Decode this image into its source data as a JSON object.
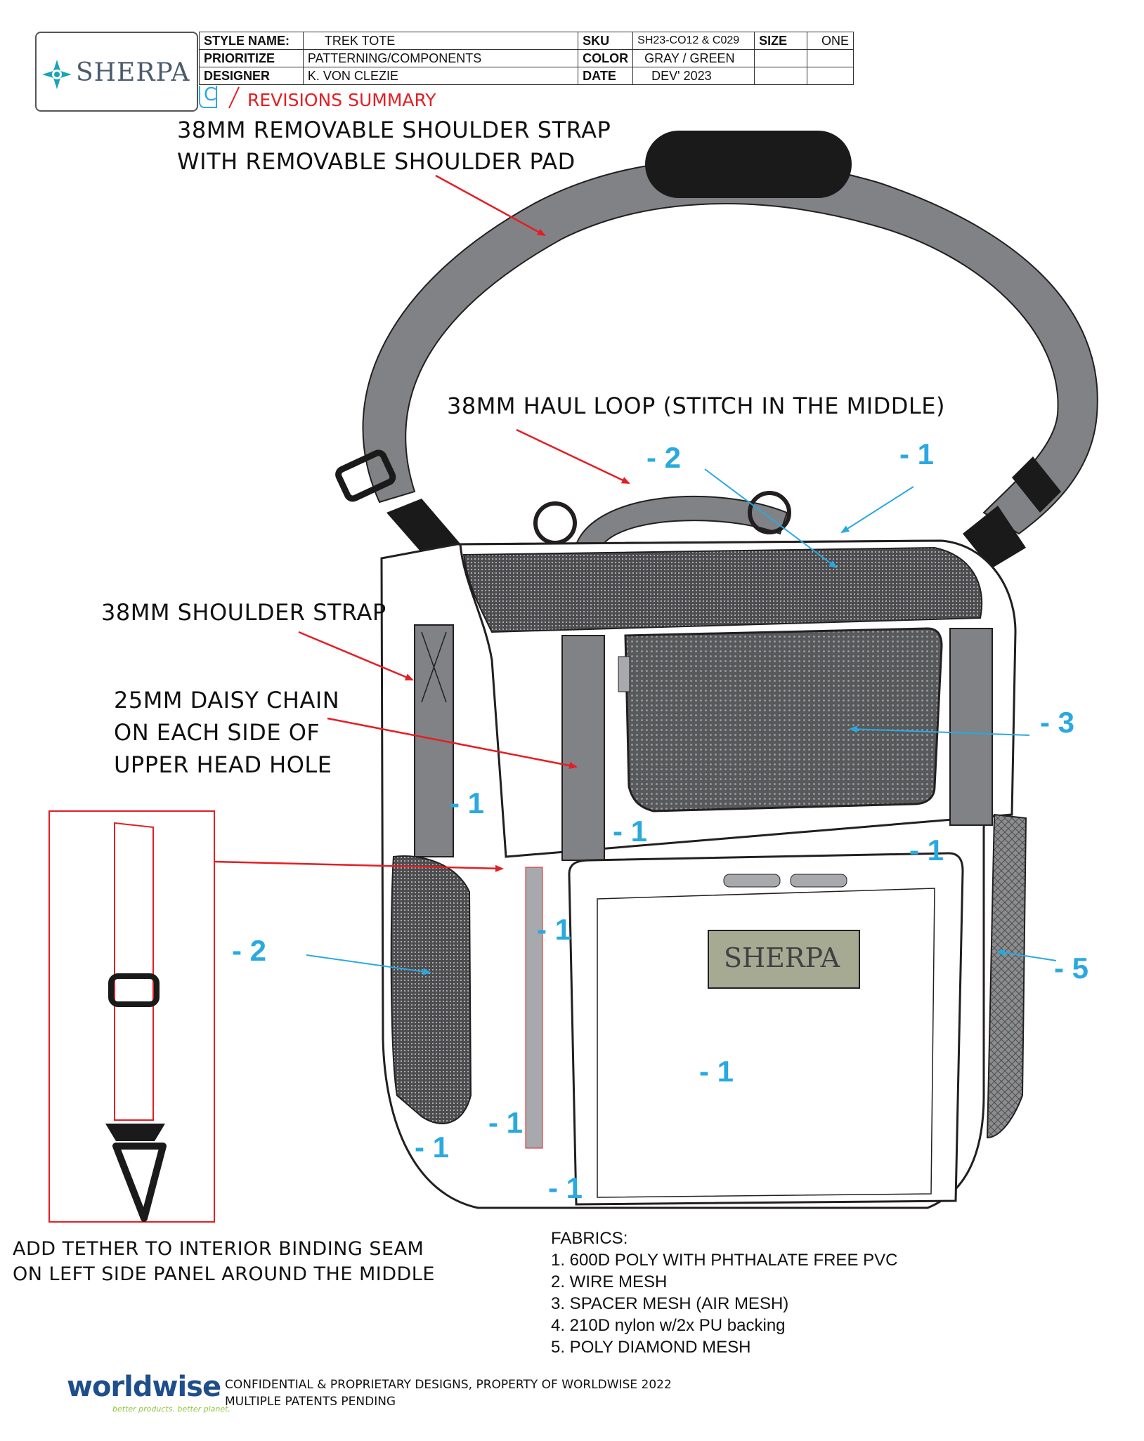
{
  "header": {
    "logo_text": "SHERPA",
    "rows": [
      {
        "label1": "STYLE NAME:",
        "value1": "TREK TOTE",
        "label2": "SKU",
        "value2": "SH23-CO12 & C029",
        "label3": "SIZE",
        "value3": "ONE"
      },
      {
        "label1": "PRIORITIZE",
        "value1": "PATTERNING/COMPONENTS",
        "label2": "COLOR",
        "value2": "GRAY / GREEN",
        "label3": "",
        "value3": ""
      },
      {
        "label1": "DESIGNER",
        "value1": "K. VON CLEZIE",
        "label2": "DATE",
        "value2": "DEV' 2023",
        "label3": "",
        "value3": ""
      }
    ],
    "revision_letter": "C",
    "revisions_label": "REVISIONS SUMMARY"
  },
  "callouts": {
    "shoulder_strap_removable_1": "38MM REMOVABLE SHOULDER STRAP",
    "shoulder_strap_removable_2": "WITH REMOVABLE SHOULDER PAD",
    "haul_loop": "38MM HAUL LOOP (STITCH IN THE MIDDLE)",
    "shoulder_strap": "38MM SHOULDER STRAP",
    "daisy_chain_1": "25MM DAISY CHAIN",
    "daisy_chain_2": "ON EACH SIDE OF",
    "daisy_chain_3": "UPPER HEAD HOLE",
    "tether_1": "ADD TETHER TO INTERIOR BINDING SEAM",
    "tether_2": "ON LEFT SIDE PANEL AROUND THE MIDDLE"
  },
  "fabric_markers": {
    "m1": "- 1",
    "m2": "- 2",
    "m3": "- 3",
    "m5": "- 5"
  },
  "patch_text": "SHERPA",
  "fabrics": {
    "title": "FABRICS:",
    "items": [
      "1.  600D POLY WITH PHTHALATE FREE PVC",
      "2.  WIRE MESH",
      "3.  SPACER MESH (AIR MESH)",
      "4. 210D nylon w/2x PU backing",
      "5. POLY DIAMOND MESH"
    ]
  },
  "footer": {
    "brand": "worldwise",
    "tagline": "better products. better planet.",
    "line1": "CONFIDENTIAL & PROPRIETARY DESIGNS, PROPERTY OF WORLDWISE 2022",
    "line2": "MULTIPLE PATENTS PENDING"
  },
  "colors": {
    "callout_arrow": "#e31e24",
    "fabric_marker": "#29a9e0",
    "strap_gray": "#808285",
    "mesh_dark": "#4d4d4f",
    "patch_green": "#a7aa93",
    "brand_teal": "#1aa3b8",
    "worldwise_green": "#8dc63f",
    "worldwise_blue": "#1e4e8c"
  }
}
